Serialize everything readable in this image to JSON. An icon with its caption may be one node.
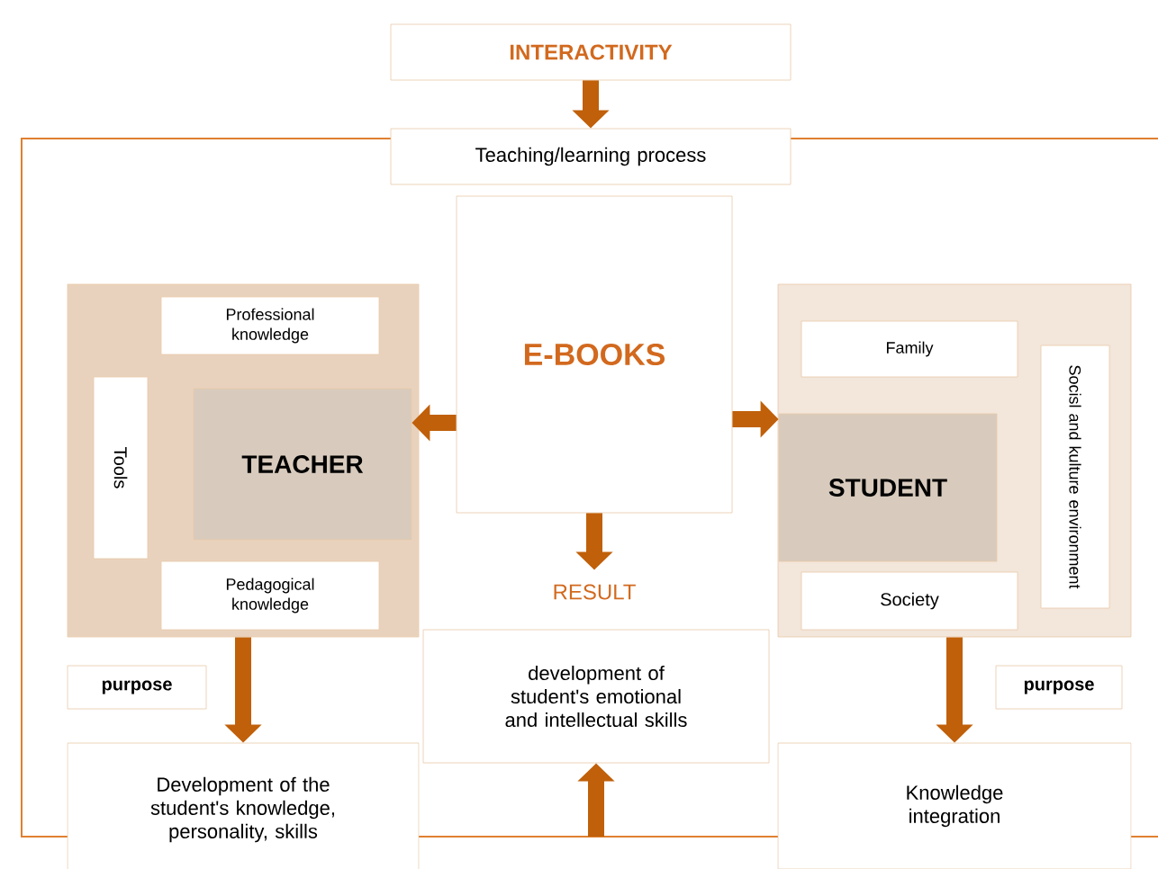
{
  "diagram": {
    "nodes": [
      {
        "text": [
          "INTERACTIVITY"
        ]
      },
      {
        "text": [
          "Teaching/learning process"
        ]
      },
      {
        "text": [
          "E-BOOKS"
        ]
      },
      {
        "text": [],
        "shape": "box"
      },
      {
        "text": [
          "Professional knowledge"
        ],
        "in": 3
      },
      {
        "text": [
          "Tools"
        ],
        "in": 3
      },
      {
        "text": [
          "TEACHER"
        ],
        "in": 3
      },
      {
        "text": [
          "Pedagogical knowledge"
        ],
        "in": 3
      },
      {
        "text": [],
        "shape": "box"
      },
      {
        "text": [
          "Family"
        ],
        "in": 8
      },
      {
        "text": [
          "Socisl and kulture environment"
        ],
        "in": 8
      },
      {
        "text": [
          "STUDENT"
        ],
        "in": 8
      },
      {
        "text": [
          "Society"
        ],
        "in": 8
      },
      {
        "text": [
          "RESULT"
        ]
      },
      {
        "text": [
          "development of student's emotional and intellectual skills"
        ]
      },
      {
        "text": [
          "purpose"
        ]
      },
      {
        "text": [
          "Development of the student's knowledge, personality, skills"
        ]
      },
      {
        "text": [
          "purpose"
        ]
      },
      {
        "text": [
          "Knowledge integration"
        ]
      }
    ],
    "edges": [
      {
        "from": 0,
        "to": 1,
        "arrow": "to"
      },
      {
        "from": 2,
        "to": 6,
        "arrow": "to"
      },
      {
        "from": 2,
        "to": 11,
        "arrow": "to"
      },
      {
        "from": 2,
        "to": 13,
        "arrow": "to"
      },
      {
        "from": 3,
        "to": 16,
        "arrow": "to"
      },
      {
        "from": 8,
        "to": 18,
        "arrow": "to"
      },
      {
        "from": null,
        "to": 14,
        "arrow": "to"
      }
    ]
  }
}
